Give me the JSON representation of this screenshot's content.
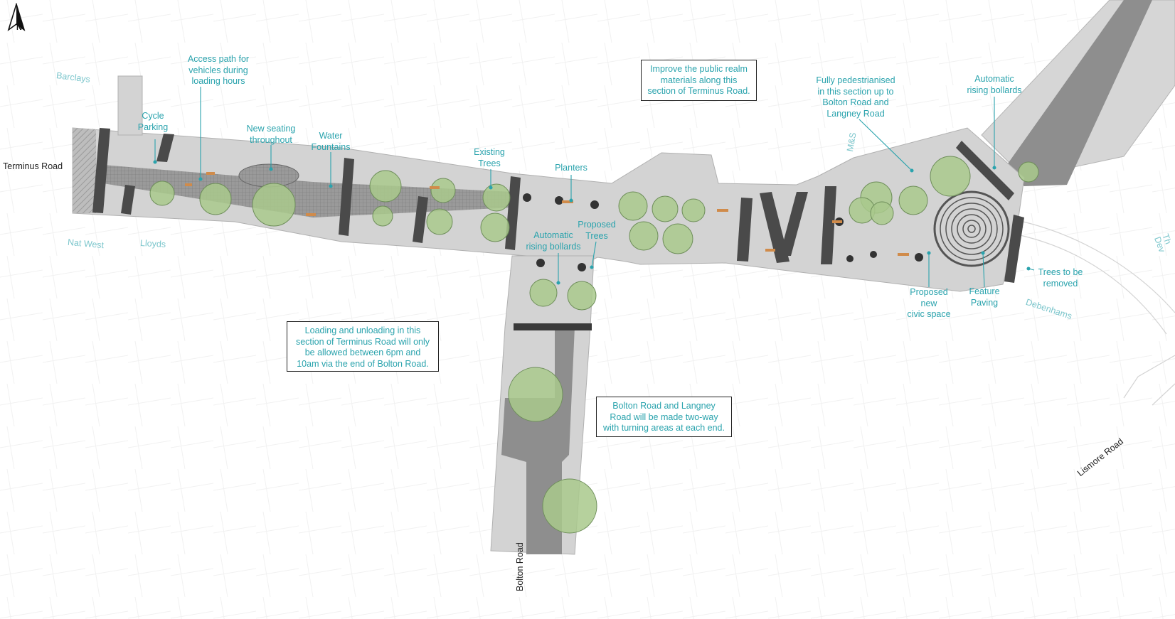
{
  "north_arrow": {
    "label": "N",
    "icon": "north-arrow-icon"
  },
  "colors": {
    "annotation": "#2aa3ad",
    "shop": "#7cc6cc",
    "paving": "#c9c9c9",
    "carriageway": "#8e8e8e",
    "tree": "#a9c98c"
  },
  "roads": {
    "terminus": "Terminus Road",
    "bolton": "Bolton Road",
    "lismore": "Lismore Road"
  },
  "shops": {
    "barclays": "Barclays",
    "natwest": "Nat West",
    "lloyds": "Lloyds",
    "ms": "M&S",
    "debenhams": "Debenhams",
    "edge": "Th\nDev"
  },
  "labels": {
    "cycle_parking": "Cycle\nParking",
    "access_path": "Access path for\nvehicles during\nloading hours",
    "new_seating": "New seating\nthroughout",
    "water_fountains": "Water\nFountains",
    "existing_trees": "Existing\nTrees",
    "planters": "Planters",
    "auto_bollards_centre": "Automatic\nrising bollards",
    "proposed_trees": "Proposed\nTrees",
    "fully_pedestrianised": "Fully pedestrianised\nin this section up to\nBolton Road and\nLangney Road",
    "auto_bollards_right": "Automatic\nrising bollards",
    "trees_removed": "Trees to be\nremoved",
    "proposed_civic": "Proposed\nnew\ncivic space",
    "feature_paving": "Feature\nPaving"
  },
  "boxes": {
    "public_realm": "Improve the public realm\nmaterials along this\nsection of Terminus Road.",
    "loading": "Loading and unloading in this\nsection of Terminus Road will only\nbe allowed between 6pm and\n10am via the end of Bolton Road.",
    "two_way": "Bolton Road and Langney\nRoad will be made two-way\nwith turning areas at each end."
  }
}
